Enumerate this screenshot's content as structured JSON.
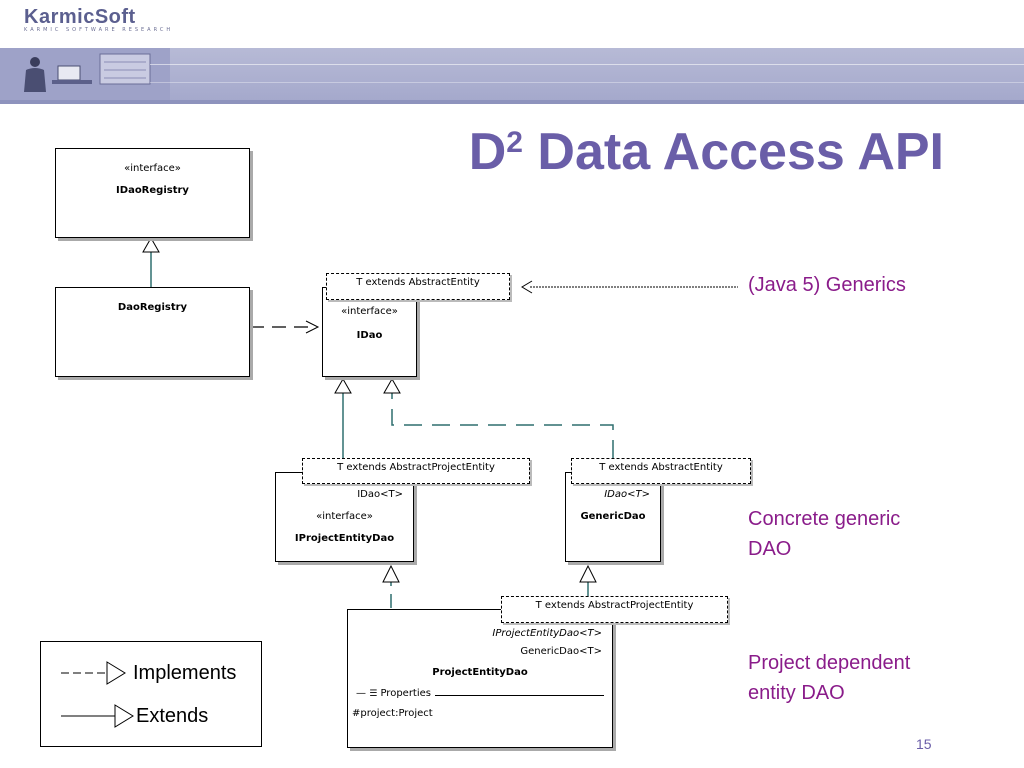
{
  "header": {
    "logo_name": "KarmicSoft",
    "logo_tagline": "KARMIC SOFTWARE RESEARCH"
  },
  "slide": {
    "title_main": "D",
    "title_sup": "2",
    "title_rest": " Data Access API",
    "page_number": "15"
  },
  "diagram": {
    "idaoregistry": {
      "stereotype": "«interface»",
      "name": "IDaoRegistry"
    },
    "daoregistry": {
      "name": "DaoRegistry"
    },
    "idao": {
      "template": "T extends AbstractEntity",
      "stereotype": "«interface»",
      "name": "IDao"
    },
    "iprojectentitydao": {
      "template": "T extends AbstractProjectEntity",
      "realizes": "IDao<T>",
      "stereotype": "«interface»",
      "name": "IProjectEntityDao"
    },
    "genericdao": {
      "template": "T extends AbstractEntity",
      "realizes": "IDao<T>",
      "name": "GenericDao"
    },
    "projectentitydao": {
      "template": "T extends AbstractProjectEntity",
      "realizes": "IProjectEntityDao<T>",
      "extends": "GenericDao<T>",
      "name": "ProjectEntityDao",
      "section": "Properties",
      "attribute": "#project:Project"
    }
  },
  "annotations": {
    "generics": "(Java 5) Generics",
    "concrete_line1": "Concrete generic",
    "concrete_line2": "DAO",
    "project_line1": "Project dependent",
    "project_line2": "entity DAO"
  },
  "legend": {
    "implements": "Implements",
    "extends": "Extends"
  },
  "colors": {
    "title": "#6a5ea8",
    "annotation": "#8a1c8a",
    "banner": "#aeb1d2",
    "connector": "#2f6f6f"
  }
}
